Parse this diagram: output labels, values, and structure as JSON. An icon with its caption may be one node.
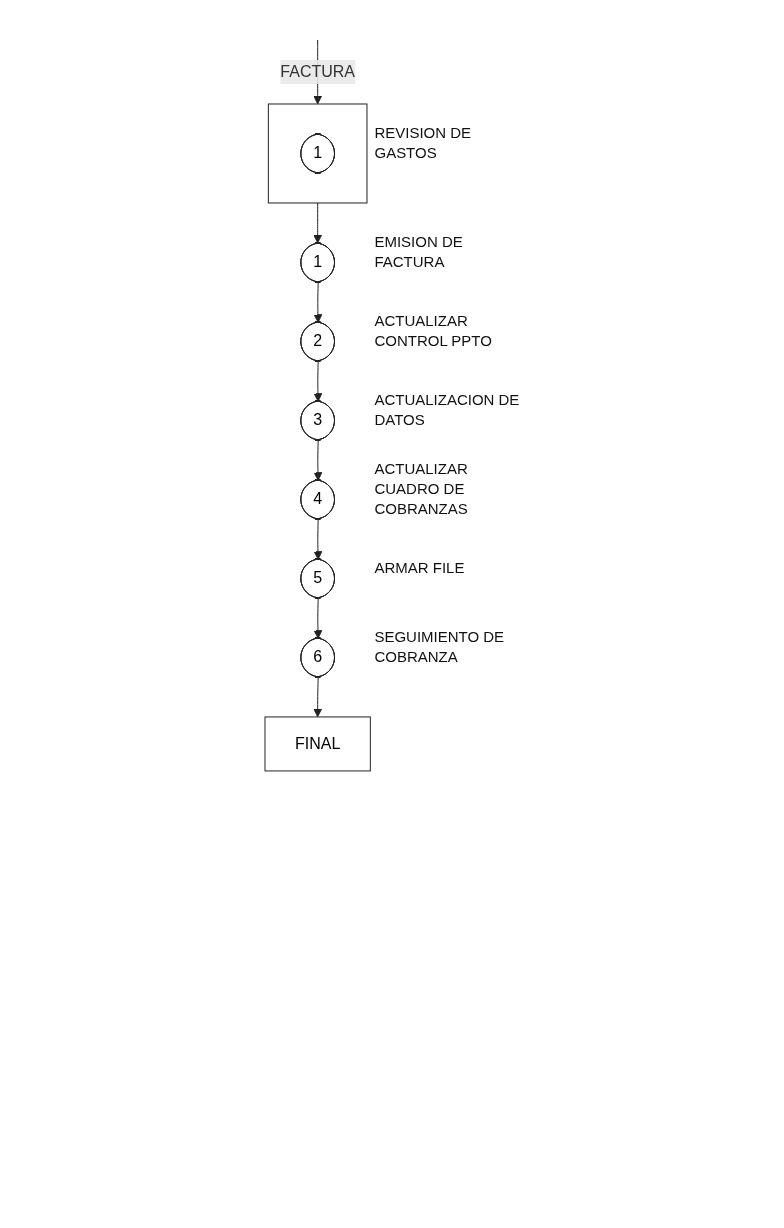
{
  "diagram": {
    "nodes": [
      {
        "text": [],
        "shape": "box"
      },
      {
        "text": [
          "1"
        ],
        "in": 0,
        "beside": [
          "REVISION DE GASTOS"
        ]
      },
      {
        "text": [
          "1"
        ],
        "beside": [
          "EMISION DE FACTURA"
        ]
      },
      {
        "text": [
          "2"
        ],
        "beside": [
          "ACTUALIZAR CONTROL PPTO"
        ]
      },
      {
        "text": [
          "3"
        ],
        "beside": [
          "ACTUALIZACION DE DATOS"
        ]
      },
      {
        "text": [
          "4"
        ],
        "beside": [
          "ACTUALIZAR CUADRO DE COBRANZAS"
        ]
      },
      {
        "text": [
          "5"
        ],
        "beside": [
          "ARMAR FILE"
        ]
      },
      {
        "text": [
          "6"
        ],
        "beside": [
          "SEGUIMIENTO DE COBRANZA"
        ]
      },
      {
        "text": [
          "FINAL"
        ]
      }
    ],
    "edges": [
      {
        "from": null,
        "to": 0,
        "arrow": "to",
        "label": "FACTURA"
      },
      {
        "from": 0,
        "to": 2,
        "arrow": "to"
      },
      {
        "from": 2,
        "to": 3,
        "arrow": "to"
      },
      {
        "from": 3,
        "to": 4,
        "arrow": "to"
      },
      {
        "from": 4,
        "to": 5,
        "arrow": "to"
      },
      {
        "from": 5,
        "to": 6,
        "arrow": "to"
      },
      {
        "from": 6,
        "to": 7,
        "arrow": "to"
      },
      {
        "from": 7,
        "to": 8,
        "arrow": "to"
      }
    ]
  }
}
